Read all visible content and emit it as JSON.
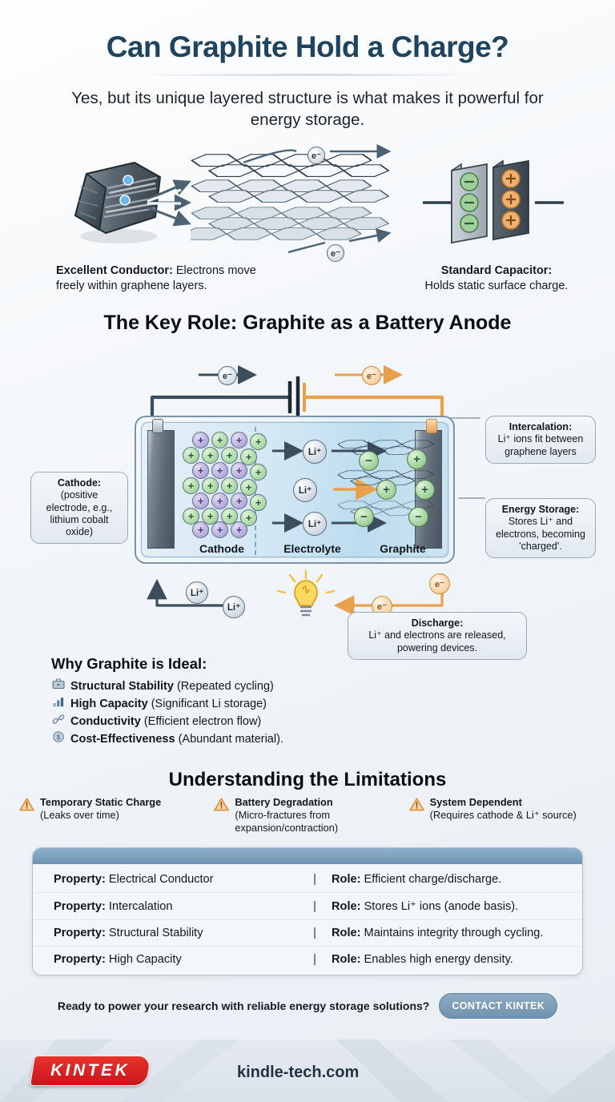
{
  "header": {
    "title": "Can Graphite Hold a Charge?",
    "subtitle": "Yes, but its unique layered structure is what makes it powerful for energy storage."
  },
  "top_diagram": {
    "conductor": {
      "label_bold": "Excellent Conductor:",
      "label_rest": " Electrons move freely within graphene layers.",
      "electron_badges": [
        "e⁻",
        "e⁻"
      ]
    },
    "capacitor": {
      "title": "Standard Capacitor:",
      "subtitle": "Holds static surface charge.",
      "negative_symbol": "−",
      "positive_symbol": "+",
      "negative_count": 3,
      "positive_count": 3
    }
  },
  "battery_section": {
    "heading": "The Key Role: Graphite as a Battery Anode",
    "electron_left": "e⁻",
    "electron_right": "e⁻",
    "zones": {
      "cathode": "Cathode",
      "electrolyte": "Electrolyte",
      "graphite": "Graphite"
    },
    "ions_in_electrolyte": [
      "Li⁺",
      "Li⁺",
      "Li⁺"
    ],
    "return_ions": [
      "Li⁺",
      "Li⁺"
    ],
    "discharge_electrons": [
      "e⁻",
      "e⁻"
    ],
    "callouts": {
      "intercalation": {
        "title": "Intercalation:",
        "body": "Li⁺ ions fit between graphene layers"
      },
      "cathode": {
        "title": "Cathode:",
        "body": "(positive electrode, e.g., lithium cobalt oxide)"
      },
      "energy_storage": {
        "title": "Energy Storage:",
        "body": "Stores Li⁺ and electrons, becoming 'charged'."
      },
      "discharge": {
        "title": "Discharge:",
        "body": "Li⁺ and electrons are released, powering devices."
      }
    }
  },
  "why_ideal": {
    "heading": "Why Graphite is Ideal:",
    "items": [
      {
        "icon": "briefcase-icon",
        "glyph": "💼",
        "bold": "Structural Stability",
        "rest": " (Repeated cycling)"
      },
      {
        "icon": "bar-chart-icon",
        "glyph": "📊",
        "bold": "High Capacity",
        "rest": " (Significant Li storage)"
      },
      {
        "icon": "link-icon",
        "glyph": "🔗",
        "bold": "Conductivity",
        "rest": " (Efficient electron flow)"
      },
      {
        "icon": "dollar-icon",
        "glyph": "💲",
        "bold": "Cost-Effectiveness",
        "rest": " (Abundant material)."
      }
    ]
  },
  "limitations": {
    "heading": "Understanding the Limitations",
    "items": [
      {
        "icon": "warning-icon",
        "title": "Temporary Static Charge",
        "body": "(Leaks over time)"
      },
      {
        "icon": "warning-icon",
        "title": "Battery Degradation",
        "body": "(Micro-fractures from expansion/contraction)"
      },
      {
        "icon": "warning-icon",
        "title": "System Dependent",
        "body": "(Requires cathode & Li⁺ source)"
      }
    ]
  },
  "table": {
    "property_label": "Property:",
    "role_label": "Role:",
    "separator": "|",
    "rows": [
      {
        "property": " Electrical Conductor",
        "role": " Efficient charge/discharge."
      },
      {
        "property": " Intercalation",
        "role": " Stores Li⁺ ions (anode basis)."
      },
      {
        "property": " Structural Stability",
        "role": " Maintains integrity through cycling."
      },
      {
        "property": " High Capacity",
        "role": " Enables high energy density."
      }
    ]
  },
  "cta": {
    "text": "Ready to power your research with reliable energy storage solutions?",
    "button": "CONTACT KINTEK"
  },
  "footer": {
    "logo": "KINTEK",
    "site": "kindle-tech.com"
  },
  "colors": {
    "title_blue": "#1f4460",
    "accent_orange": "#e8a04a",
    "dark_slate": "#3c4e5c",
    "brand_red": "#d8201f",
    "table_head": "#7e9eba"
  }
}
